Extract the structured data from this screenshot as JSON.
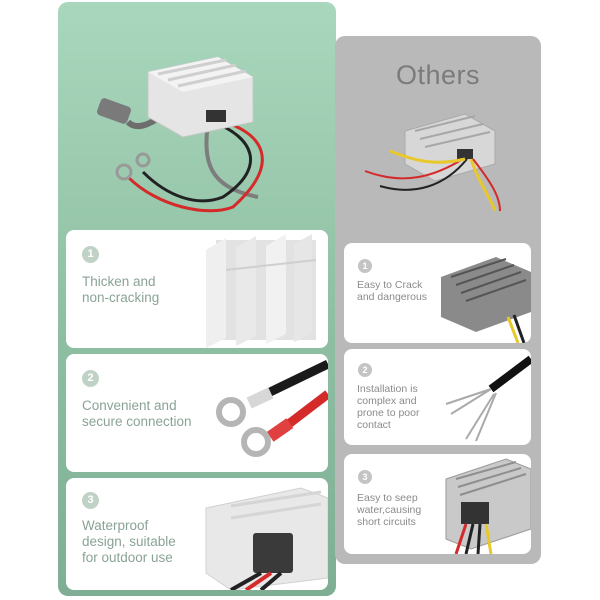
{
  "comparison": {
    "others_title": "Others",
    "left_features": [
      {
        "number": "1",
        "lines": [
          "Thicken and",
          "non-cracking"
        ]
      },
      {
        "number": "2",
        "lines": [
          "Convenient and",
          "secure connection"
        ]
      },
      {
        "number": "3",
        "lines": [
          "Waterproof",
          "design, suitable",
          "for outdoor use"
        ]
      }
    ],
    "right_issues": [
      {
        "number": "1",
        "lines": [
          "Easy to Crack",
          "and dangerous"
        ]
      },
      {
        "number": "2",
        "lines": [
          "Installation is",
          "complex and",
          "prone to poor",
          "contact"
        ]
      },
      {
        "number": "3",
        "lines": [
          "Easy to seep",
          "water,causing",
          "short circuits"
        ]
      }
    ]
  },
  "colors": {
    "left_panel": "#9ccbb0",
    "right_panel": "#b9b9b9",
    "left_text": "#8aa395",
    "right_text": "#8b8b8b",
    "wire_red": "#d42a2a",
    "wire_black": "#222222",
    "wire_yellow": "#e8c82a"
  },
  "icons": [
    "converter-product-icon",
    "ring-terminal-icon",
    "bare-wire-icon",
    "heatsink-fins-icon"
  ]
}
